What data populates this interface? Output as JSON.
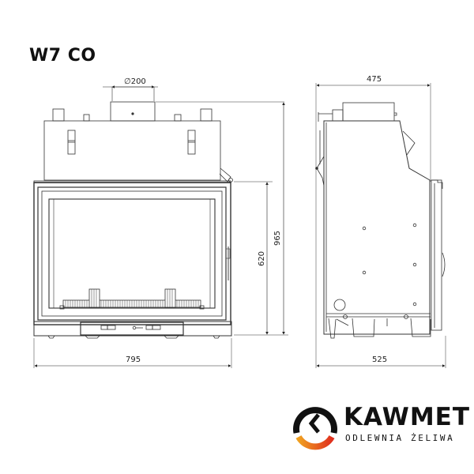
{
  "title": "W7 CO",
  "front_view": {
    "dimensions": {
      "flue_diameter": "∅200",
      "width": "795",
      "total_height": "965",
      "door_height": "620"
    }
  },
  "side_view": {
    "dimensions": {
      "top_depth": "475",
      "bottom_depth": "525"
    }
  },
  "brand": {
    "name": "KAWMET",
    "subtitle": "ODLEWNIA ŻELIWA",
    "colors": {
      "ring": "#111111",
      "accent_start": "#f0a020",
      "accent_end": "#e0301e"
    }
  }
}
